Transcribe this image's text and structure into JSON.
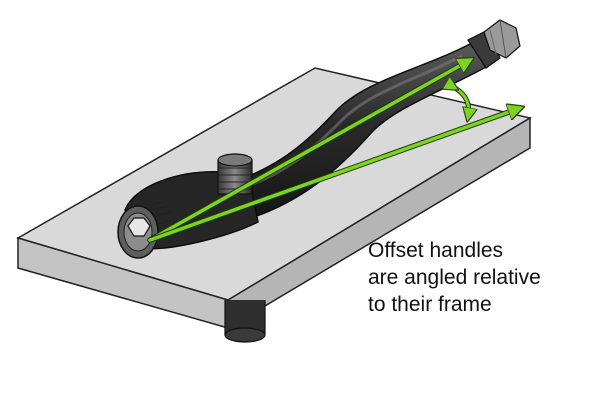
{
  "caption": {
    "lines": [
      "Offset handles",
      "are angled relative",
      "to their frame"
    ]
  },
  "colors": {
    "arrow": "#7ed321",
    "tool_body": "#2b2b2b",
    "plate_top": "#d9d9d9",
    "plate_side": "#bdbdbd",
    "background": "#ffffff"
  }
}
